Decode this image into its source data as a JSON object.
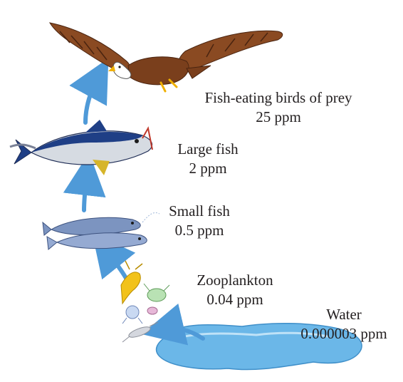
{
  "levels": [
    {
      "name": "Fish-eating birds of prey",
      "value": "25 ppm"
    },
    {
      "name": "Large fish",
      "value": "2 ppm"
    },
    {
      "name": "Small fish",
      "value": "0.5 ppm"
    },
    {
      "name": "Zooplankton",
      "value": "0.04 ppm"
    },
    {
      "name": "Water",
      "value": "0.000003 ppm"
    }
  ],
  "colors": {
    "arrow": "#4f9ad8",
    "water": "#6bb7e8",
    "eagle_body": "#8a4a22",
    "eagle_head": "#ffffff",
    "tuna_back": "#1f3f86",
    "tuna_belly": "#d6dbe2",
    "small_fish": "#7c94c0",
    "plankton_yellow": "#f2c21a",
    "text": "#231f20"
  },
  "icons": [
    "eagle-icon",
    "tuna-icon",
    "small-fish-icon",
    "zooplankton-icon",
    "water-puddle-icon"
  ]
}
